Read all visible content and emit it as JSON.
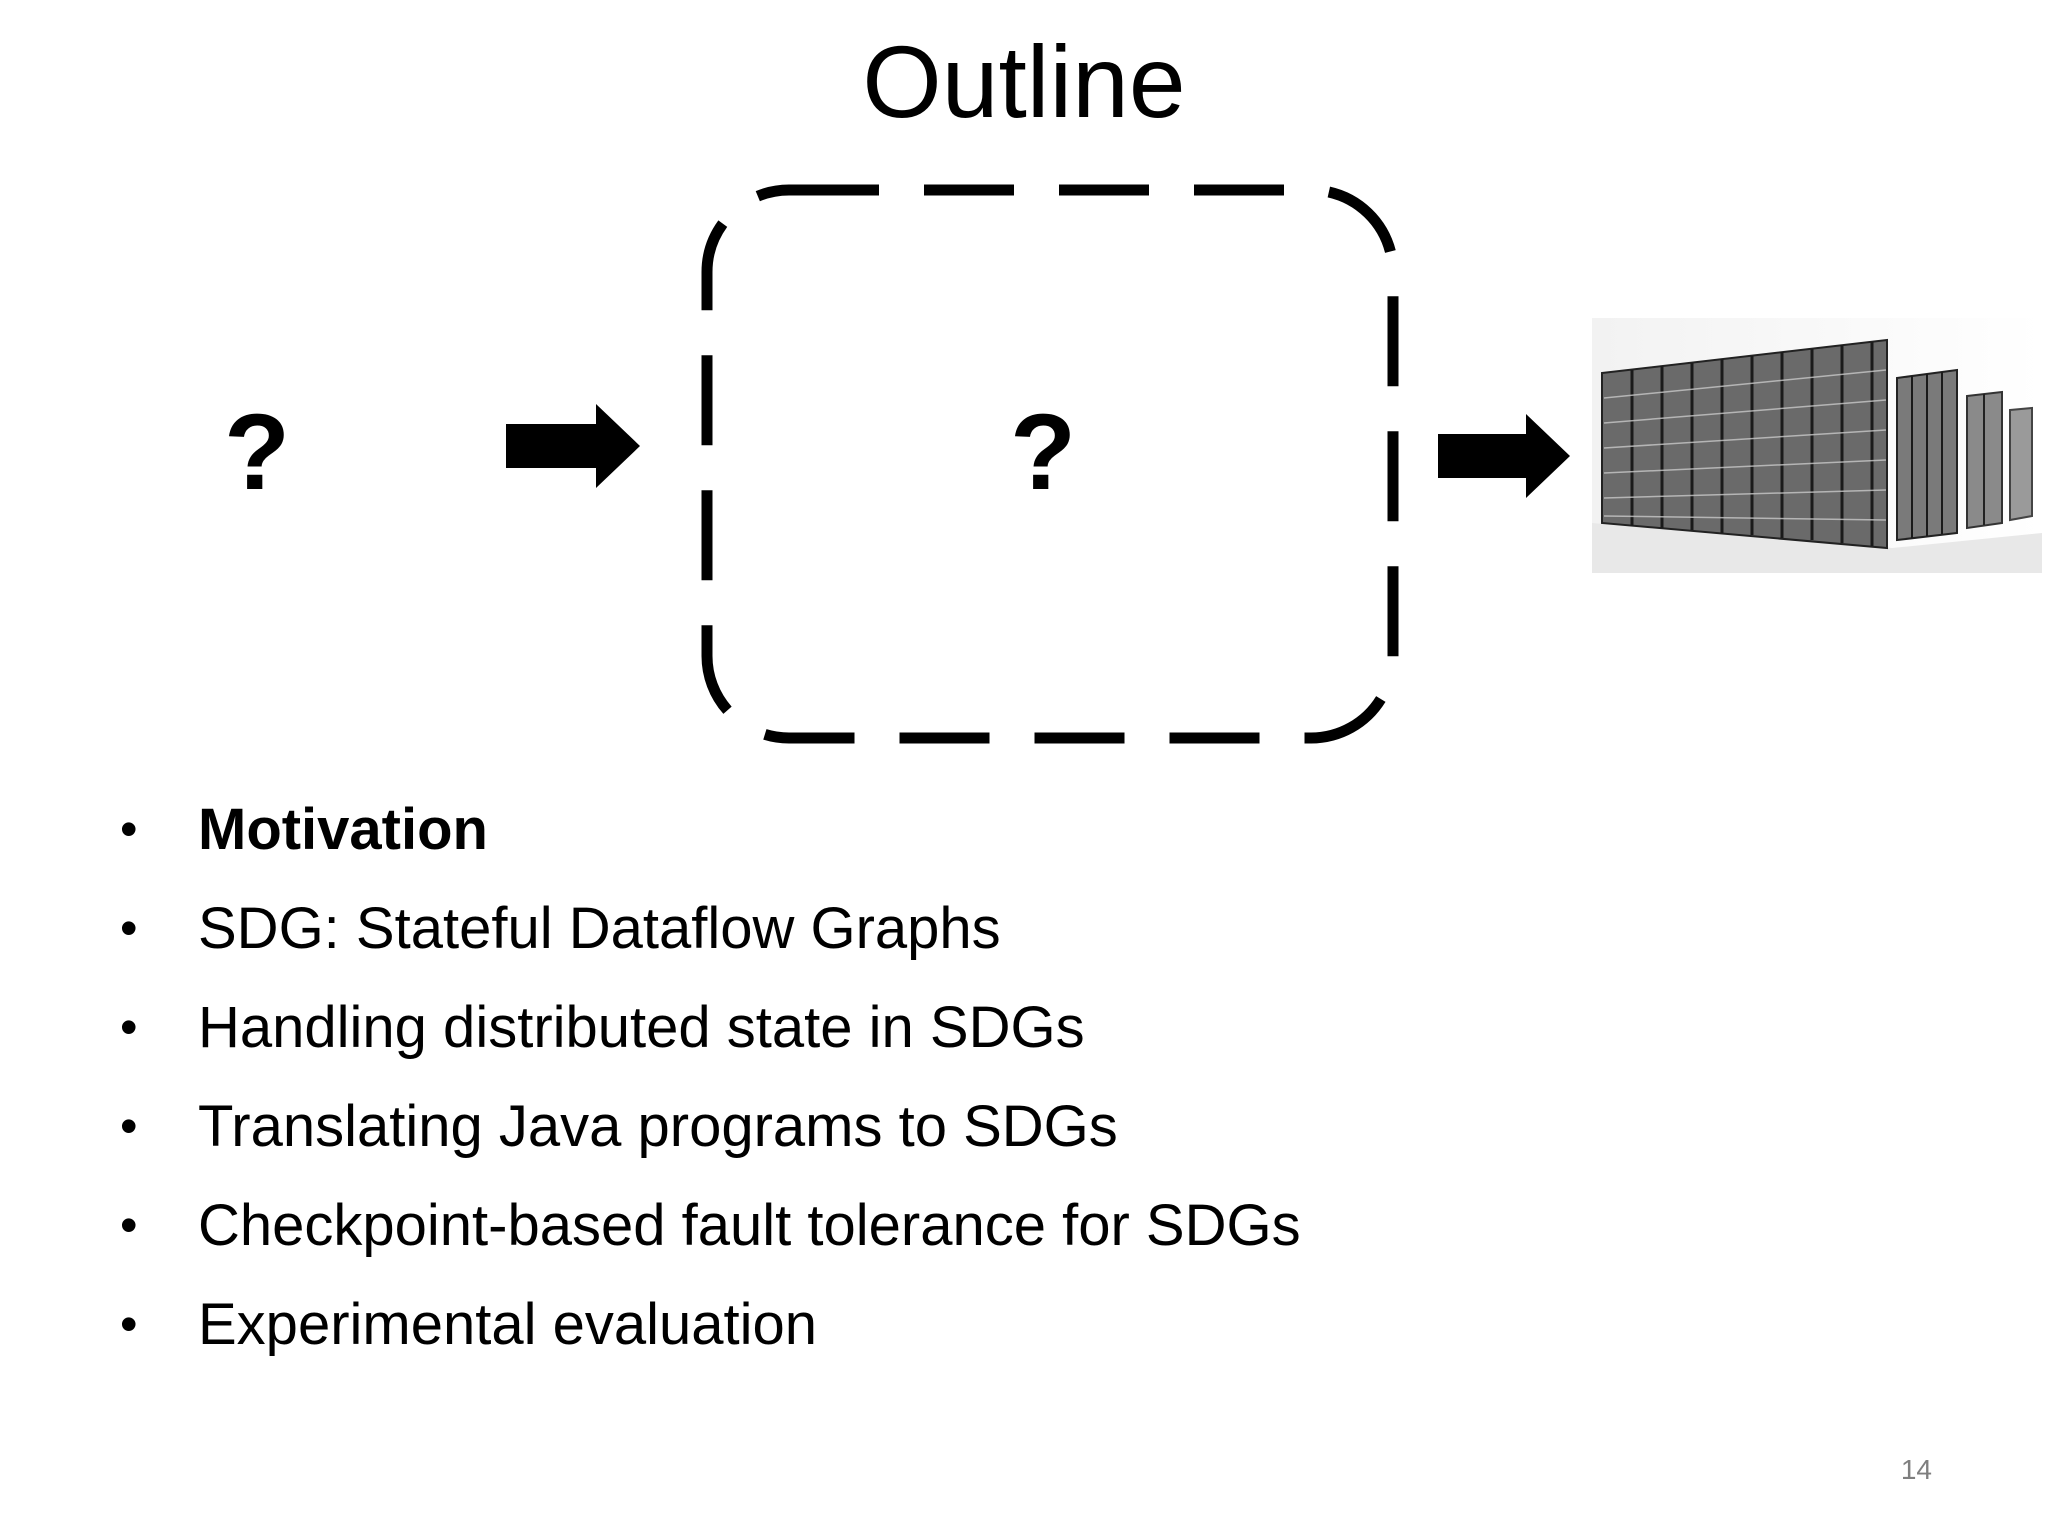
{
  "slide": {
    "title": "Outline",
    "page_number": "14"
  },
  "diagram": {
    "input_label": "?",
    "system_label": "?",
    "output_image": "server-cluster-sketch"
  },
  "bullets": [
    {
      "text": "Motivation",
      "bold": true
    },
    {
      "text": "SDG: Stateful Dataflow Graphs",
      "bold": false
    },
    {
      "text": "Handling distributed state in SDGs",
      "bold": false
    },
    {
      "text": "Translating Java programs to SDGs",
      "bold": false
    },
    {
      "text": "Checkpoint-based fault tolerance for SDGs",
      "bold": false
    },
    {
      "text": "Experimental evaluation",
      "bold": false
    }
  ],
  "bullet_glyph": "•"
}
